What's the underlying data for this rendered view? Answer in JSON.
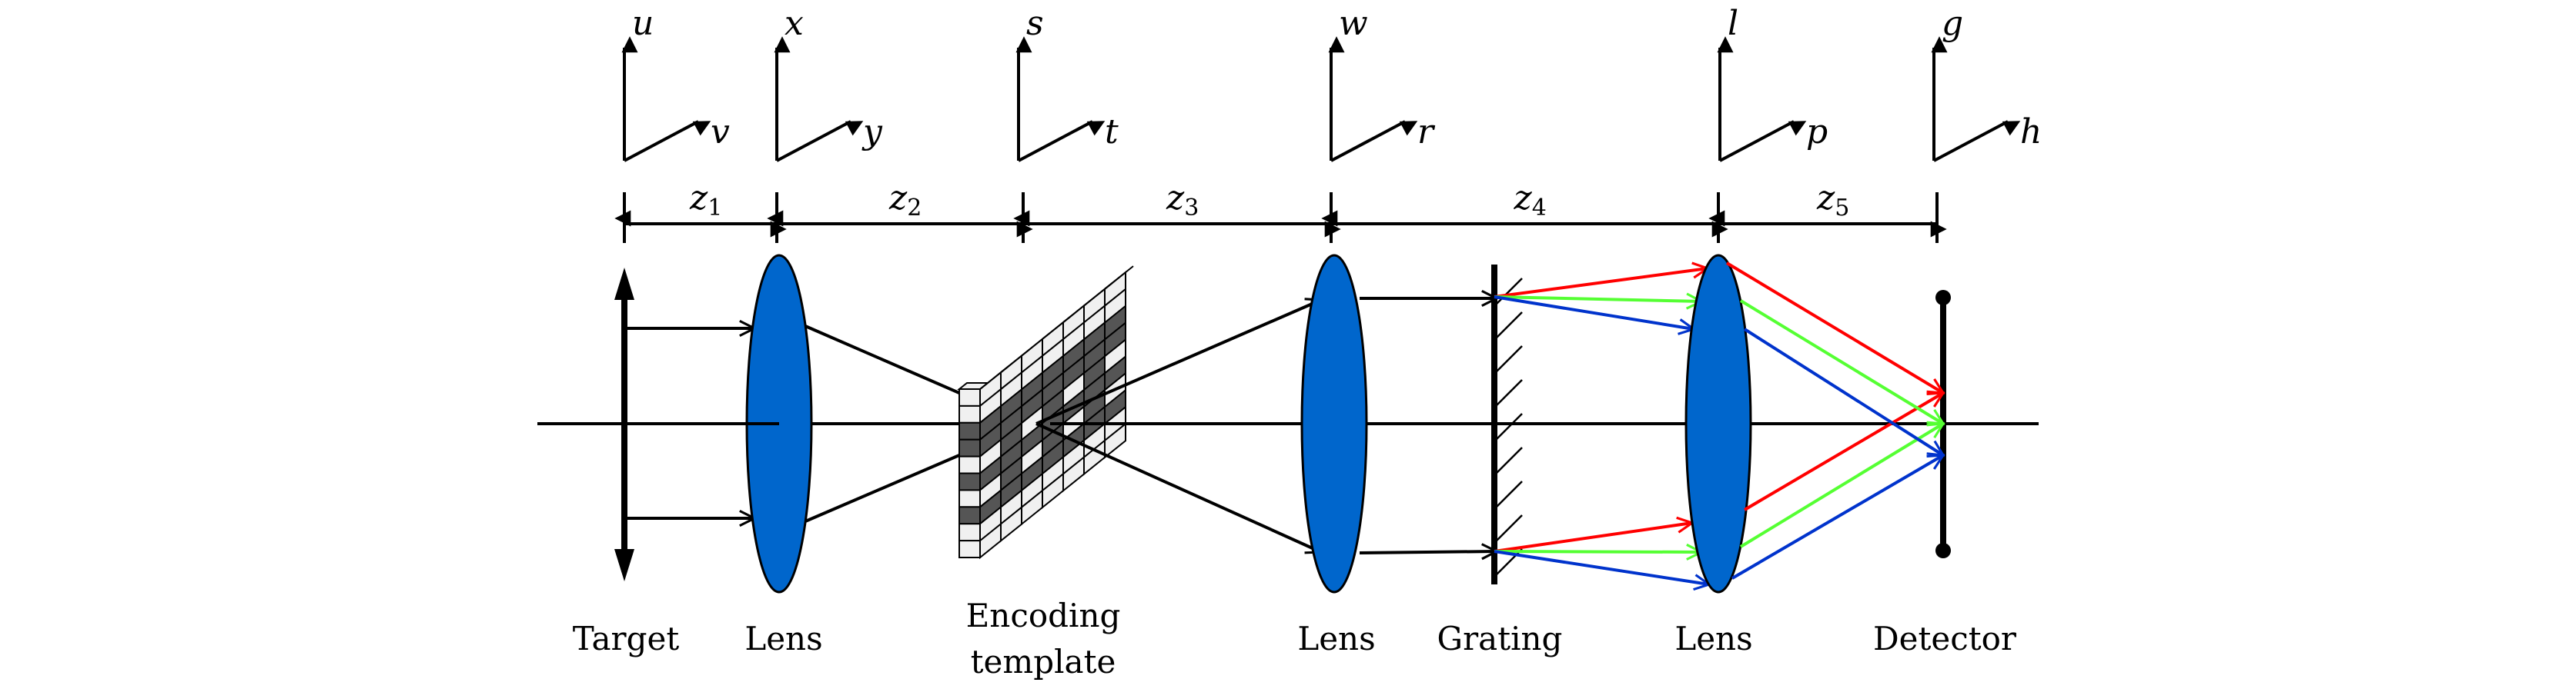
{
  "coordinate_frames": [
    {
      "vertical": "u",
      "horizontal": "v"
    },
    {
      "vertical": "x",
      "horizontal": "y"
    },
    {
      "vertical": "s",
      "horizontal": "t"
    },
    {
      "vertical": "w",
      "horizontal": "r"
    },
    {
      "vertical": "l",
      "horizontal": "p"
    },
    {
      "vertical": "g",
      "horizontal": "h"
    }
  ],
  "distances": [
    {
      "var": "z",
      "sub": "1"
    },
    {
      "var": "z",
      "sub": "2"
    },
    {
      "var": "z",
      "sub": "3"
    },
    {
      "var": "z",
      "sub": "4"
    },
    {
      "var": "z",
      "sub": "5"
    }
  ],
  "components": {
    "target": "Target",
    "lens1": "Lens",
    "encoding_line1": "Encoding",
    "encoding_line2": "template",
    "lens2": "Lens",
    "grating": "Grating",
    "lens3": "Lens",
    "detector": "Detector"
  },
  "colors": {
    "lens": "#0066cc",
    "ray_red": "#ff0000",
    "ray_green": "#55ff33",
    "ray_blue": "#0033cc",
    "template_dark": "#555555",
    "template_light": "#f0f0f0"
  }
}
